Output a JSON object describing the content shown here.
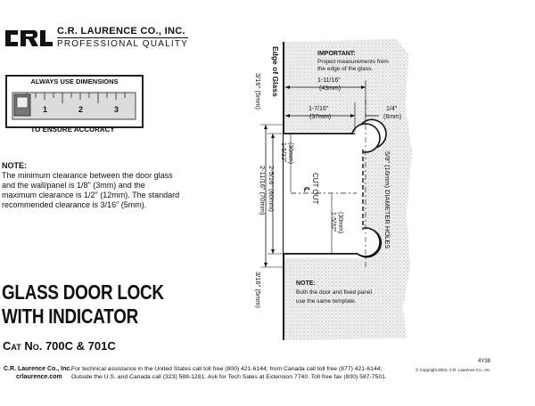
{
  "header": {
    "logo_text": "CRL",
    "company_name": "C.R. LAURENCE CO., INC.",
    "tagline": "PROFESSIONAL QUALITY"
  },
  "dimensions_box": {
    "top_label": "ALWAYS USE DIMENSIONS",
    "bottom_label": "TO ENSURE ACCURACY",
    "ruler_numbers": [
      "1",
      "2",
      "3"
    ]
  },
  "note_left": {
    "heading": "NOTE:",
    "text": "The minimum clearance between the door glass and the wall/panel is 1/8\" (3mm) and the maximum clearance is 1/2\" (12mm). The standard recommended clearance is 3/16\" (5mm)."
  },
  "title": {
    "line1": "GLASS DOOR LOCK",
    "line2": "WITH INDICATOR",
    "catalog": "Cat No. 700C & 701C"
  },
  "drawing": {
    "edge_label": "Edge of Glass",
    "important_heading": "IMPORTANT:",
    "important_text_1": "Project measurements from",
    "important_text_2": "the edge of the glass.",
    "dim_a_in": "1-11/16\"",
    "dim_a_mm": "(43mm)",
    "dim_b_in": "1-7/16\"",
    "dim_b_mm": "(37mm)",
    "dim_c_in": "1/4\"",
    "dim_c_mm": "(6mm)",
    "dim_top_clear": "3/16\" (5mm)",
    "dim_bottom_clear": "3/16\" (5mm)",
    "dim_total": "2-11/16\" (70mm)",
    "dim_cut": "2-5/16\" (60mm)",
    "dim_half_in": "1-5/32\"",
    "dim_half_mm": "(30mm)",
    "dim_half2_in": "1-5/32\"",
    "dim_half2_mm": "(30mm)",
    "cut_out": "CUT OUT",
    "center_mark": "℄",
    "holes": "5/8\" (16mm) DIAMETER HOLES",
    "note_heading": "NOTE:",
    "note_text_1": "Both the door and fixed panel",
    "note_text_2": "use the same template."
  },
  "footer": {
    "company": "C.R. Laurence Co., Inc.",
    "website": "crlaurence.com",
    "line1": "For technical assistance in the United States call toll free (800) 421-6144; from Canada call toll free (877) 421-6144;",
    "line2": "Outside the U.S. and Canada call (323) 588-1281. Ask for Tech Sales at Extension 7740. Toll free fax (800) 587-7501.",
    "code": "4Y38",
    "copyright": "© Copyright 2004, C.R. Laurence Co., Inc."
  }
}
